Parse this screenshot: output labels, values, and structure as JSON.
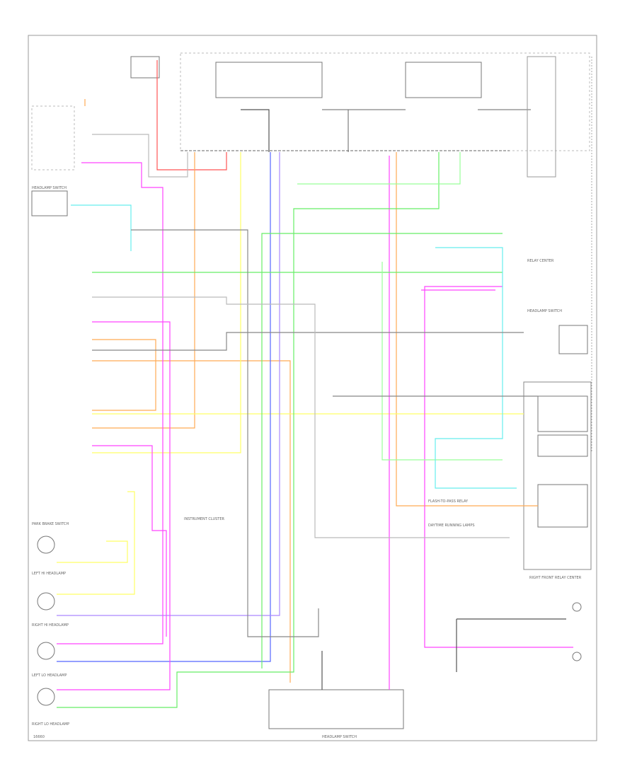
{
  "page": {
    "code": "16660",
    "footer_switch": "HEADLAMP SWITCH"
  },
  "labels": {
    "right_panel": "HEADLAMP SWITCH",
    "relay_center": "RELAY CENTER",
    "cluster": "INSTRUMENT CLUSTER",
    "front_relay": "RIGHT FRONT RELAY CENTER",
    "flash_relay": "FLASH-TO-PASS RELAY",
    "lf_headlamp": "LEFT HI HEADLAMP",
    "rf_headlamp": "RIGHT HI HEADLAMP",
    "lh_lo": "LEFT LO HEADLAMP",
    "rh_lo": "RIGHT LO HEADLAMP",
    "daytime": "DAYTIME RUNNING LAMPS",
    "park_brake": "PARK BRAKE SWITCH",
    "lamp_switch": "HEADLAMP SWITCH"
  },
  "colors": {
    "red": "#ff5555",
    "orange": "#ffaa55",
    "yellow": "#ffff66",
    "green": "#66ee66",
    "lightgreen": "#99ff99",
    "cyan": "#66eeee",
    "blue": "#5566ff",
    "violet": "#aa88ff",
    "pink": "#ff44ff",
    "gray": "#888888",
    "lightgray": "#bbbbbb",
    "dark": "#555555"
  }
}
